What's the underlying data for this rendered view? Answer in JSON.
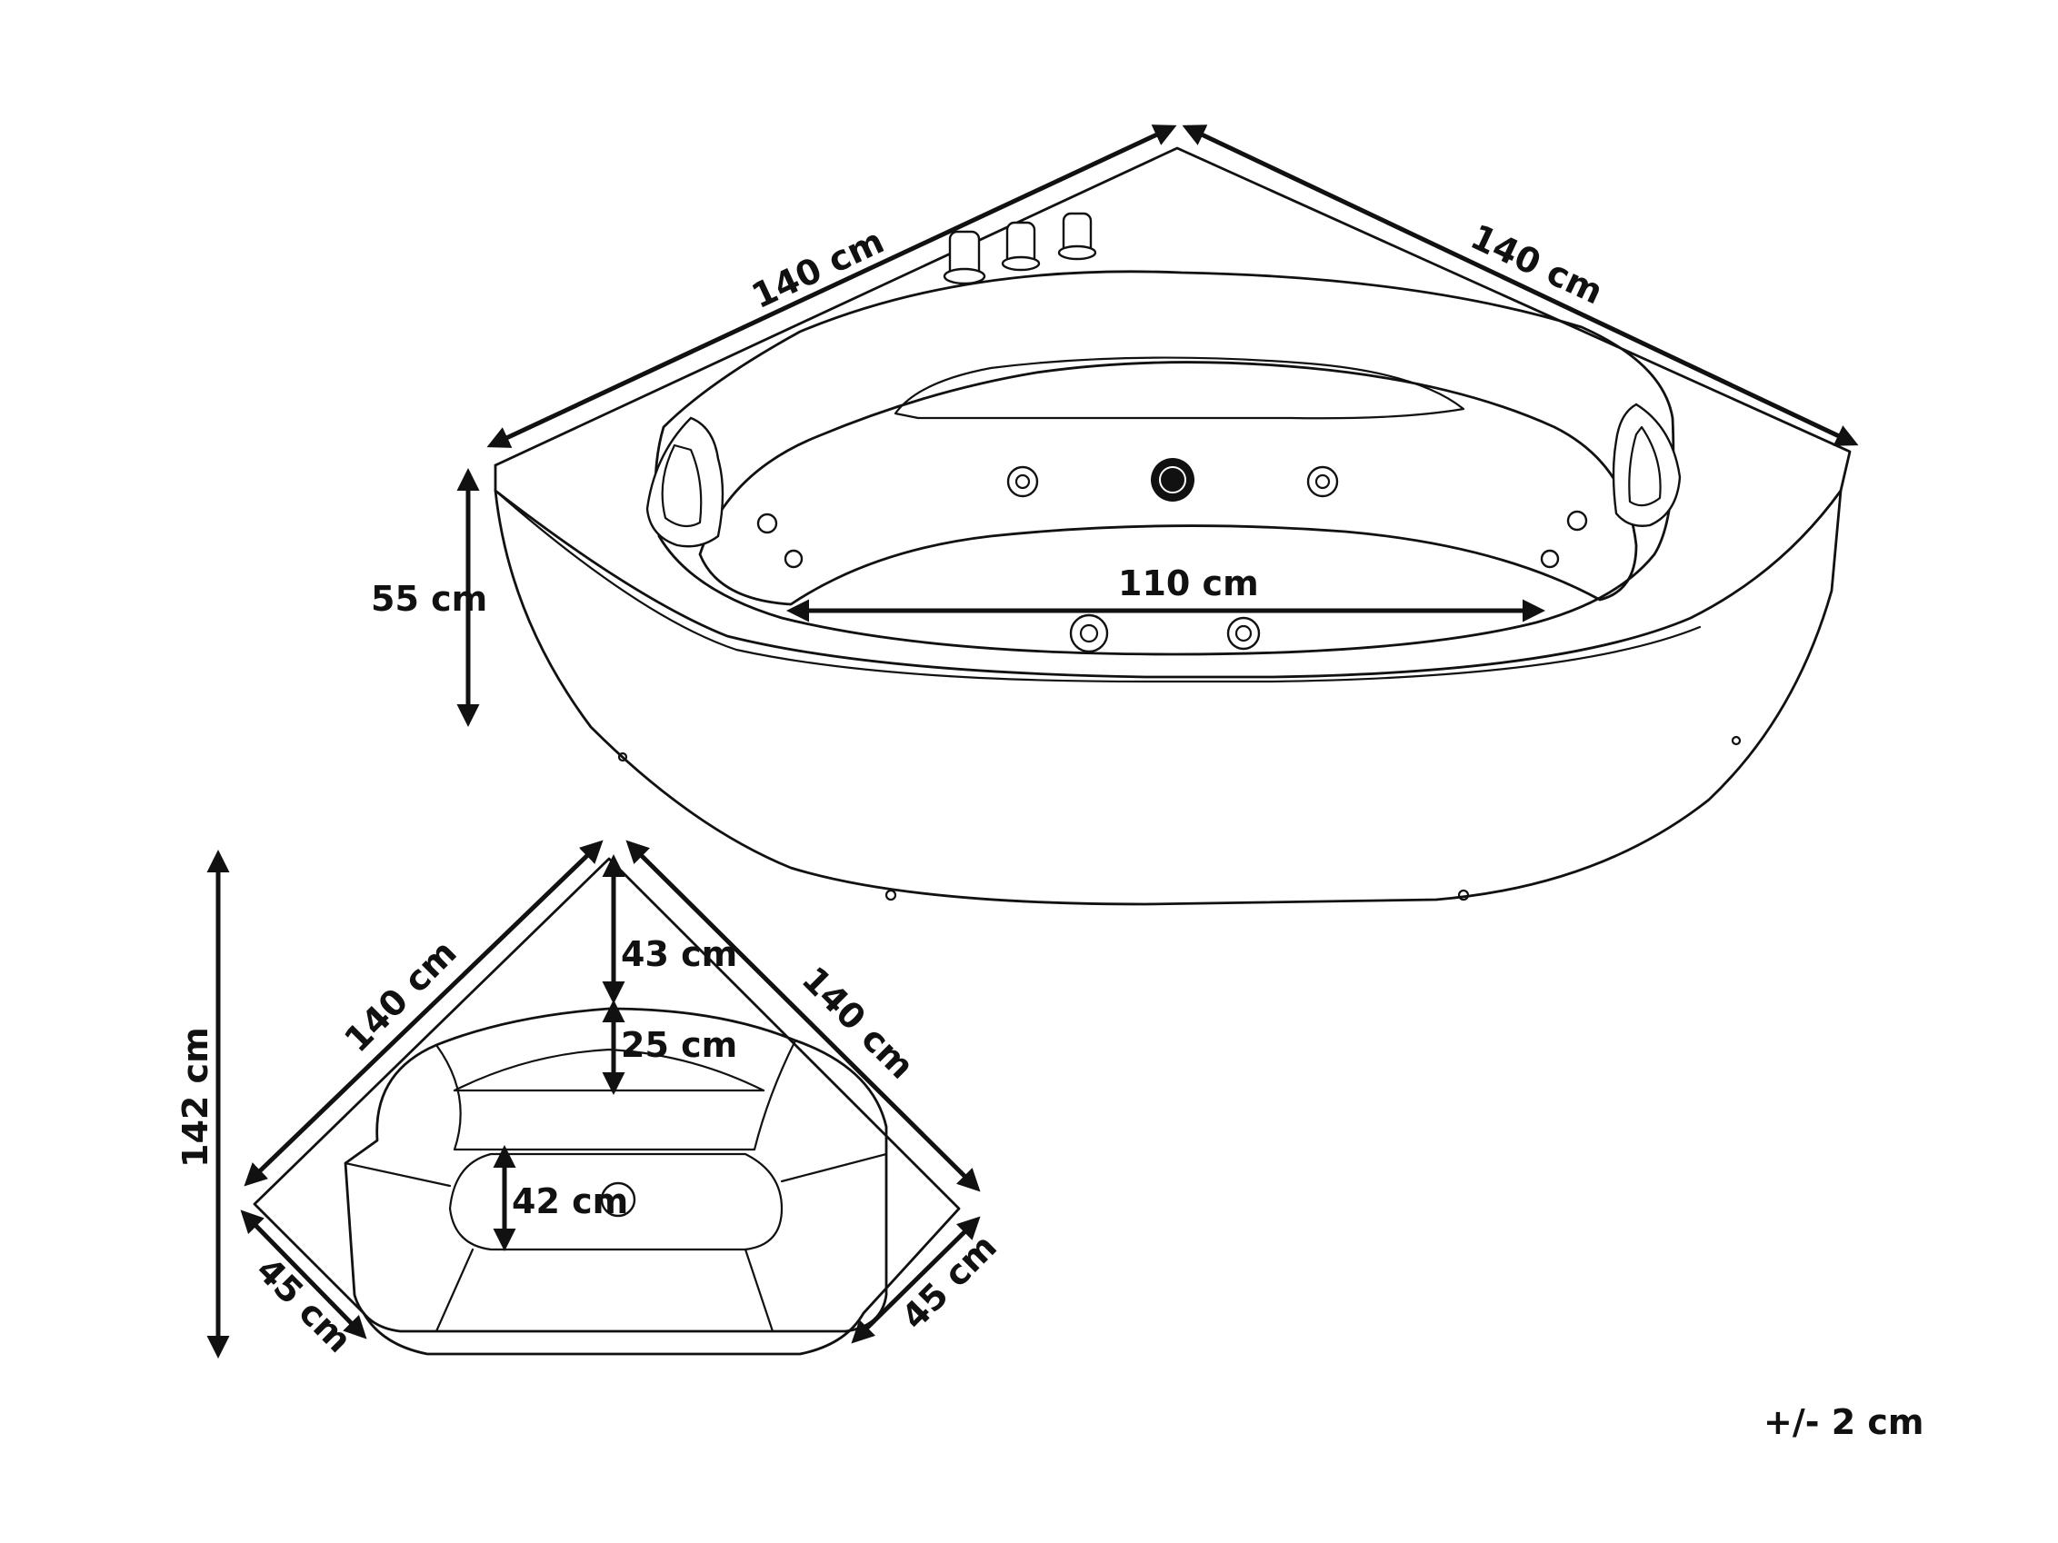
{
  "views": {
    "perspective": {
      "edge_left": "140 cm",
      "edge_right": "140 cm",
      "height": "55 cm",
      "inner_width": "110 cm"
    },
    "top": {
      "edge_left": "140 cm",
      "edge_right": "140 cm",
      "overall_depth": "142 cm",
      "front_left": "45 cm",
      "front_right": "45 cm",
      "corner_to_inner": "43 cm",
      "inner_step": "25 cm",
      "seat_depth": "42 cm"
    }
  },
  "tolerance": "+/- 2 cm"
}
